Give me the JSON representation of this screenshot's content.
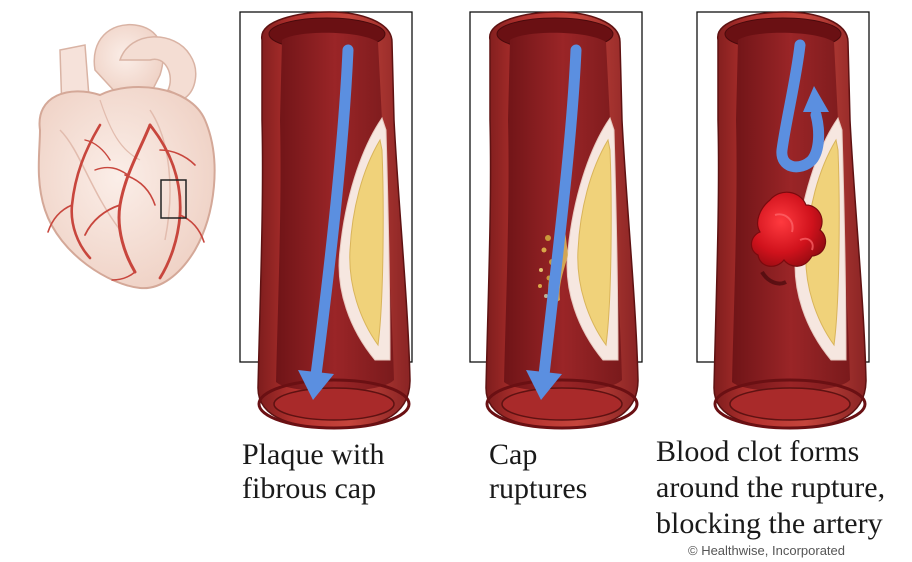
{
  "colors": {
    "artery_wall": "#b5322f",
    "artery_wall_dark": "#7e1d1d",
    "lumen": "#8f1f22",
    "plaque": "#f0d27a",
    "plaque_rim": "#f6e7e0",
    "flow_arrow": "#5b8fe0",
    "clot": "#d0121c",
    "heart_skin": "#f1d8cc",
    "heart_vessel": "#c8463d"
  },
  "panels": [
    {
      "caption_lines": [
        "Plaque with",
        "fibrous cap"
      ]
    },
    {
      "caption_lines": [
        "Cap",
        "ruptures"
      ]
    },
    {
      "caption_lines": [
        "Blood clot forms",
        "around the rupture,",
        "blocking the artery"
      ]
    }
  ],
  "copyright": "© Healthwise, Incorporated"
}
